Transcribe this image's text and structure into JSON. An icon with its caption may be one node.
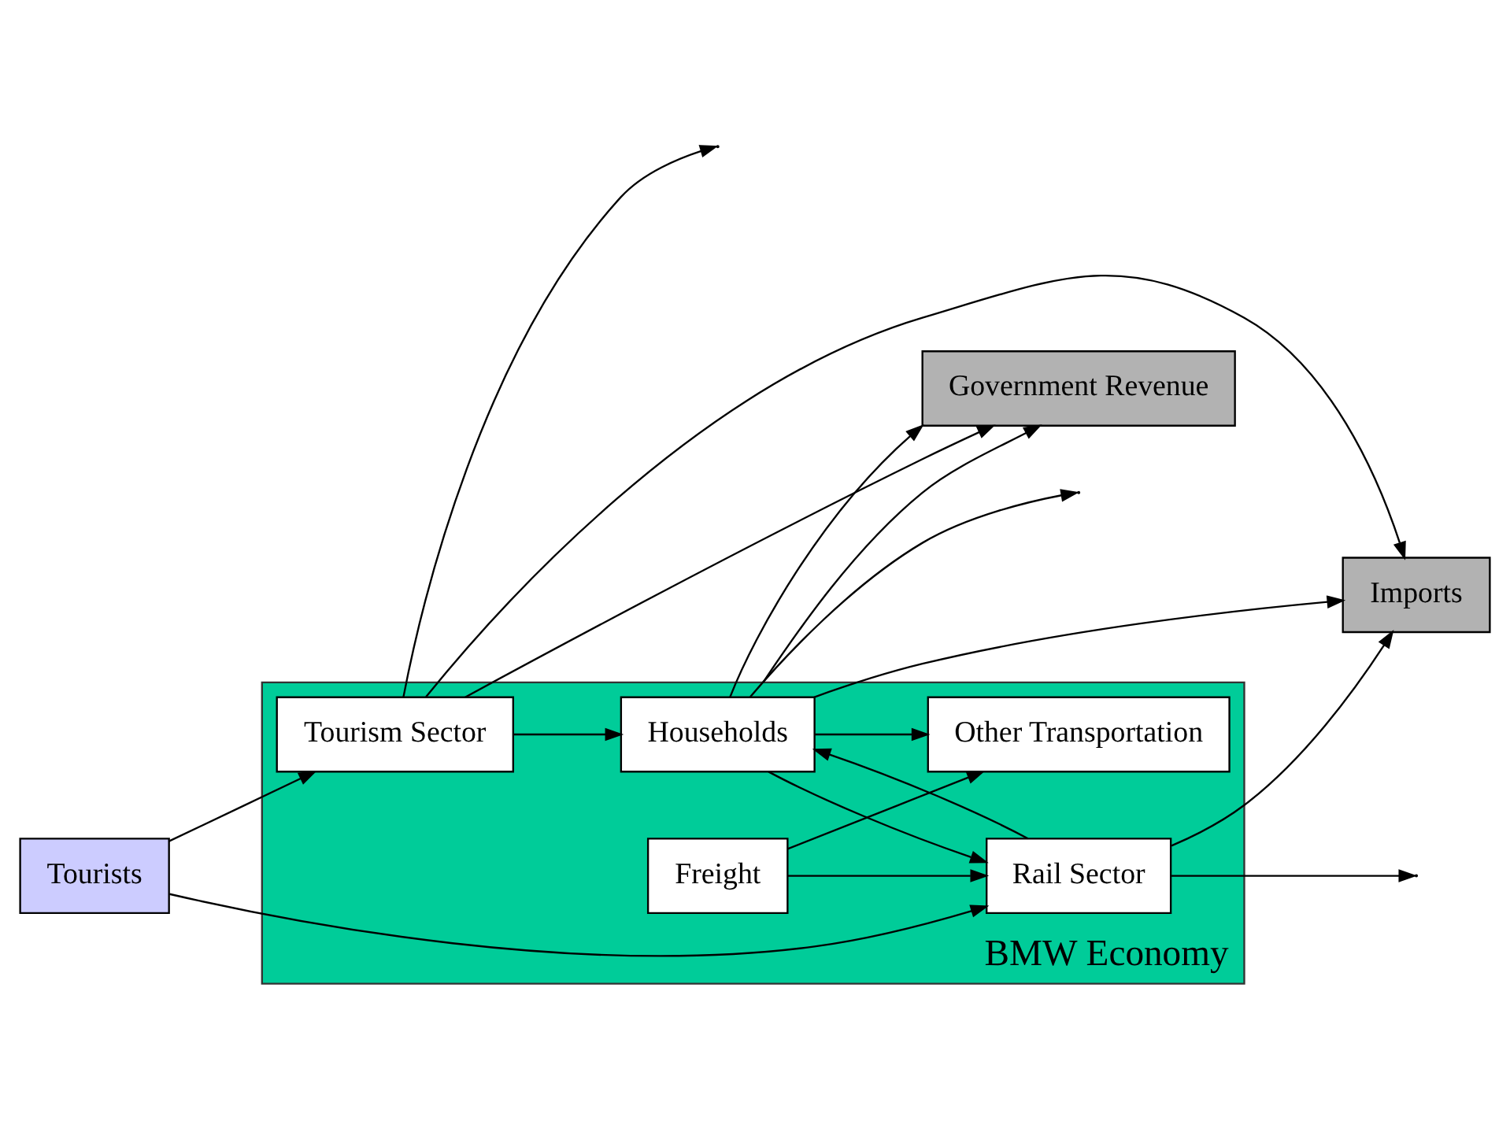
{
  "diagram": {
    "nodes": [
      {
        "text": [
          "BMW Economy"
        ]
      },
      {
        "text": [
          "Households"
        ],
        "in": 0
      },
      {
        "text": [
          "Tourism Sector"
        ],
        "in": 0
      },
      {
        "text": [
          "Rail Sector"
        ],
        "in": 0
      },
      {
        "text": [
          "Other Transportation"
        ],
        "in": 0
      },
      {
        "text": [
          "Freight"
        ],
        "in": 0
      },
      {
        "text": [
          "Tourists"
        ]
      },
      {
        "text": [
          "Government Revenue"
        ]
      },
      {
        "text": [
          "Imports"
        ]
      }
    ],
    "edges": [
      {
        "from": 0,
        "to": 7,
        "arrow": "to"
      },
      {
        "from": 1,
        "to": 7,
        "arrow": "to"
      },
      {
        "from": 1,
        "to": 8,
        "arrow": "to"
      },
      {
        "from": 1,
        "to": 3,
        "arrow": "to"
      },
      {
        "from": 1,
        "to": 4,
        "arrow": "to"
      },
      {
        "from": 1,
        "to": null,
        "arrow": "to"
      },
      {
        "from": 2,
        "to": 1,
        "arrow": "to"
      },
      {
        "from": 2,
        "to": 7,
        "arrow": "to"
      },
      {
        "from": 2,
        "to": 8,
        "arrow": "to"
      },
      {
        "from": 2,
        "to": null,
        "arrow": "to"
      },
      {
        "from": 3,
        "to": 1,
        "arrow": "to"
      },
      {
        "from": 3,
        "to": 8,
        "arrow": "to"
      },
      {
        "from": 3,
        "to": null,
        "arrow": "to"
      },
      {
        "from": 6,
        "to": 2,
        "arrow": "to"
      },
      {
        "from": 6,
        "to": 3,
        "arrow": "to"
      },
      {
        "from": 5,
        "to": 3,
        "arrow": "to"
      },
      {
        "from": 5,
        "to": 4,
        "arrow": "to"
      }
    ]
  }
}
